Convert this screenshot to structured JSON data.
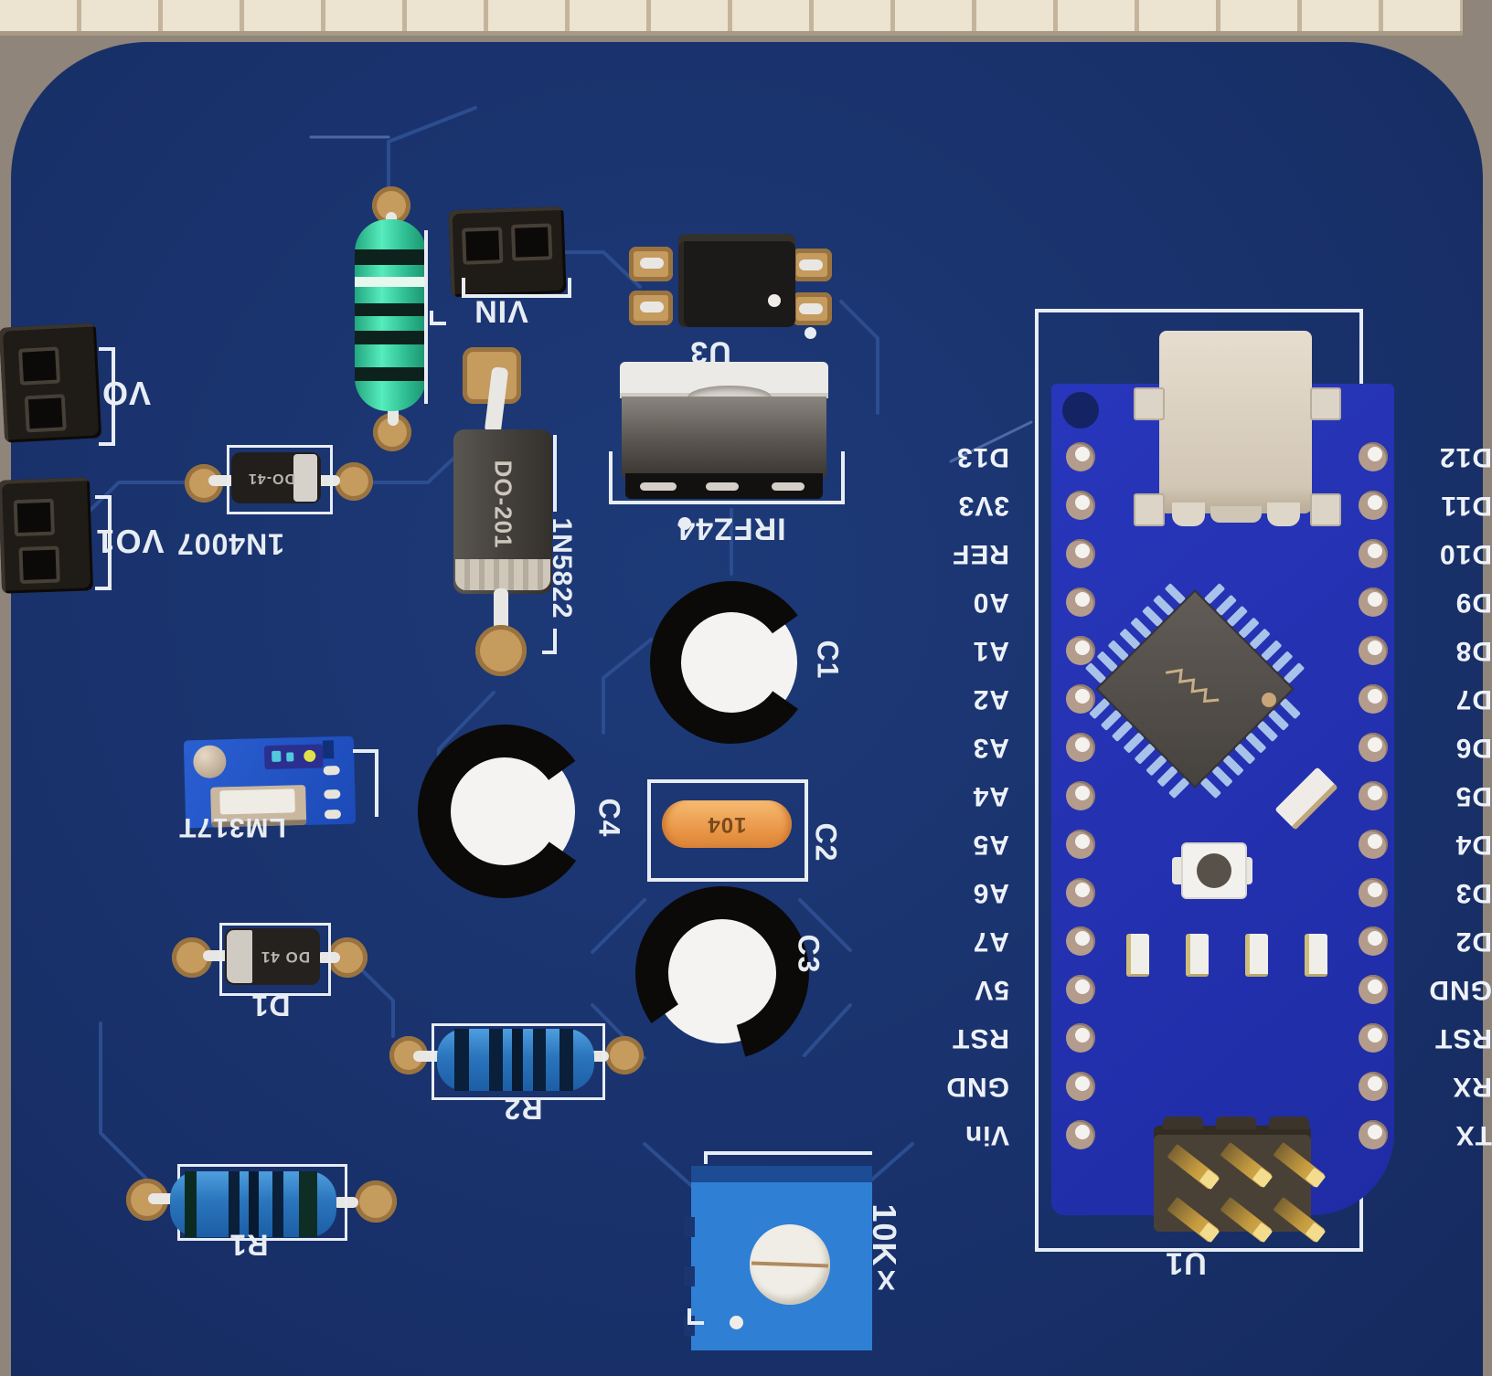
{
  "silkscreen": {
    "vin": "VIN",
    "vo": "VO",
    "vo1": "VO1",
    "u3": "U3",
    "irfz44": "IRFZ44",
    "d4007": "1N4007",
    "d5822": "1N5822",
    "lm317": "LM317T",
    "d1": "D1",
    "c1": "C1",
    "c2": "C2",
    "c3": "C3",
    "c4": "C4",
    "r1": "R1",
    "r2": "R2",
    "pot": "10K",
    "u1": "U1",
    "x_mark": "X"
  },
  "markings": {
    "do41_a": "DO-41",
    "do41_b": "DO 41",
    "do201": "DO-201",
    "cap104": "104"
  },
  "nano": {
    "left_pins": [
      "D13",
      "3V3",
      "REF",
      "A0",
      "A1",
      "A2",
      "A3",
      "A4",
      "A5",
      "A6",
      "A7",
      "5V",
      "RST",
      "GND",
      "Vin"
    ],
    "right_pins": [
      "D12",
      "D11",
      "D10",
      "D9",
      "D8",
      "D7",
      "D6",
      "D5",
      "D4",
      "D3",
      "D2",
      "GND",
      "RST",
      "RX",
      "TX"
    ]
  },
  "colors": {
    "board_navy": "#1a3470",
    "nano_blue": "#2433b4",
    "silkscreen": "#e8edf4",
    "pad_gold": "#c59b5e",
    "nano_pad_tan": "#b49c8c",
    "trace_blue": "#2c4d8f",
    "resistor_green": "#3ad3a4",
    "resistor_blue": "#2f7ec9",
    "cap_orange": "#f0a050",
    "pot_blue": "#2f7fd4",
    "module_blue": "#2256cc",
    "tile_beige": "#ece3d0",
    "desk_gray": "#8f857a",
    "usb_beige": "#d9cfc0"
  }
}
